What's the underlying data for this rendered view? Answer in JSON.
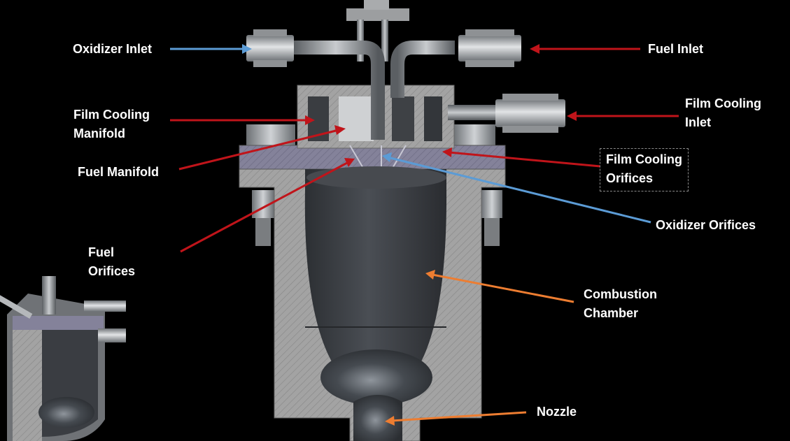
{
  "labels": {
    "oxidizer_inlet": "Oxidizer Inlet",
    "fuel_inlet": "Fuel Inlet",
    "film_cooling_manifold_1": "Film Cooling",
    "film_cooling_manifold_2": "Manifold",
    "film_cooling_inlet_1": "Film Cooling",
    "film_cooling_inlet_2": "Inlet",
    "fuel_manifold": "Fuel Manifold",
    "film_cooling_orifices_1": "Film Cooling",
    "film_cooling_orifices_2": "Orifices",
    "oxidizer_orifices": "Oxidizer Orifices",
    "fuel_orifices_1": "Fuel",
    "fuel_orifices_2": "Orifices",
    "combustion_chamber_1": "Combustion",
    "combustion_chamber_2": "Chamber",
    "nozzle": "Nozzle"
  },
  "colors": {
    "background": "#000000",
    "label_text": "#ffffff",
    "arrow_red": "#c0141a",
    "arrow_blue": "#5b9bd5",
    "arrow_orange": "#ed7d31",
    "body_gray": "#9a9a9a",
    "chamber_dark": "#3c3f44",
    "injector_plate": "#7f7d92"
  }
}
